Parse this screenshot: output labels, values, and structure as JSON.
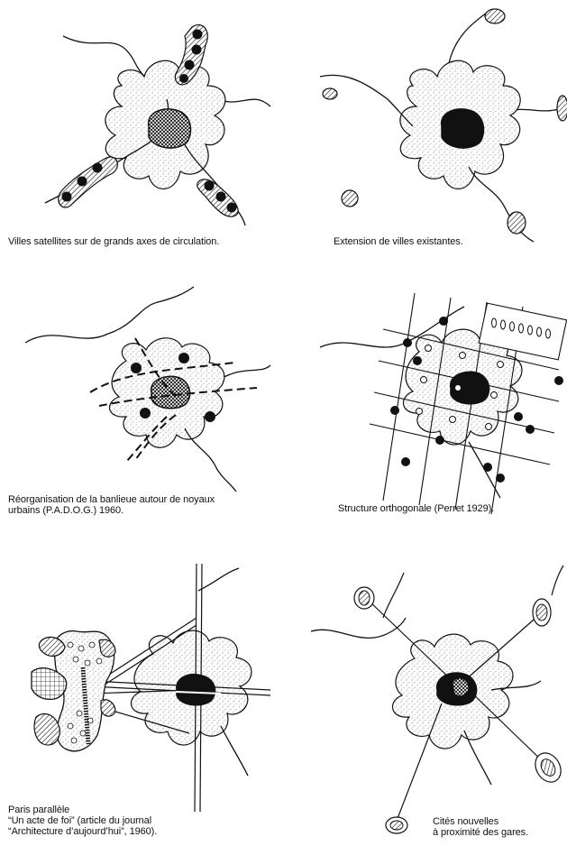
{
  "colors": {
    "ink": "#111111",
    "paper": "#ffffff",
    "stipple": "#777777"
  },
  "panels": [
    {
      "id": "satellite",
      "caption": [
        "Villes satellites sur de grands axes de circulation."
      ],
      "icons": [
        "city-core-icon",
        "suburb-blob-icon",
        "road-line-icon",
        "satellite-town-icon"
      ]
    },
    {
      "id": "extension",
      "caption": [
        "Extension de villes existantes."
      ],
      "icons": [
        "city-core-icon",
        "suburb-blob-icon",
        "road-line-icon",
        "existing-town-icon"
      ]
    },
    {
      "id": "padog",
      "caption": [
        "Réorganisation de la banlieue autour de noyaux",
        "urbains (P.A.D.O.G.) 1960."
      ],
      "icons": [
        "city-core-icon",
        "suburb-blob-icon",
        "road-line-icon",
        "dashed-belt-icon",
        "nucleus-dot-icon"
      ]
    },
    {
      "id": "perret",
      "caption": [
        "Structure orthogonale (Perret 1929)."
      ],
      "icons": [
        "city-core-icon",
        "suburb-blob-icon",
        "grid-line-icon",
        "node-dot-icon",
        "row-housing-icon"
      ]
    },
    {
      "id": "paris-parallele",
      "caption": [
        "Paris parallèle",
        "“Un acte de foi” (article du journal",
        "“Architecture d’aujourd’hui”, 1960)."
      ],
      "icons": [
        "city-core-icon",
        "suburb-blob-icon",
        "axis-line-icon",
        "parallel-city-icon"
      ]
    },
    {
      "id": "cites-nouvelles",
      "caption": [
        "Cités nouvelles",
        "à proximité des gares."
      ],
      "icons": [
        "city-core-icon",
        "suburb-blob-icon",
        "rail-line-icon",
        "new-town-icon"
      ]
    }
  ]
}
